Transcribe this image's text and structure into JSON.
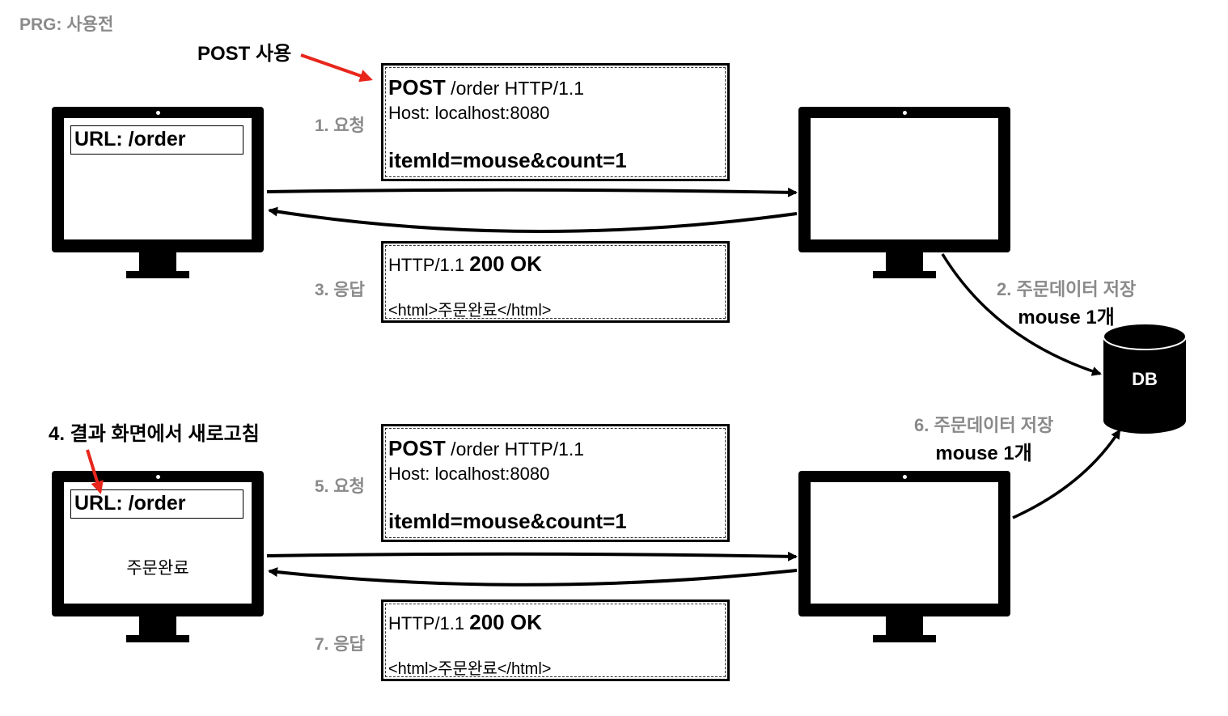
{
  "title": "PRG: 사용전",
  "callouts": {
    "post_use": "POST 사용",
    "refresh": "4. 결과 화면에서 새로고침"
  },
  "steps": {
    "s1": "1. 요청",
    "s3": "3. 응답",
    "s5": "5. 요청",
    "s7": "7. 응답"
  },
  "store": {
    "first": {
      "label": "2. 주문데이터 저장",
      "qty": "mouse 1개"
    },
    "second": {
      "label": "6. 주문데이터 저장",
      "qty": "mouse 1개"
    }
  },
  "client_top": {
    "url": "URL: /order",
    "content": ""
  },
  "client_bottom": {
    "url": "URL: /order",
    "content": "주문완료"
  },
  "request1": {
    "method": "POST",
    "request_line_rest": " /order HTTP/1.1",
    "host": "Host: localhost:8080",
    "body": "itemId=mouse&count=1"
  },
  "response1": {
    "version": "HTTP/1.1 ",
    "status": "200 OK",
    "body": "<html>주문완료</html>"
  },
  "request2": {
    "method": "POST",
    "request_line_rest": " /order HTTP/1.1",
    "host": "Host: localhost:8080",
    "body": "itemId=mouse&count=1"
  },
  "response2": {
    "version": "HTTP/1.1 ",
    "status": "200 OK",
    "body": "<html>주문완료</html>"
  },
  "db": {
    "label": "DB"
  },
  "colors": {
    "callout_arrow": "#e8261c",
    "step_text": "#8a8a8a"
  }
}
